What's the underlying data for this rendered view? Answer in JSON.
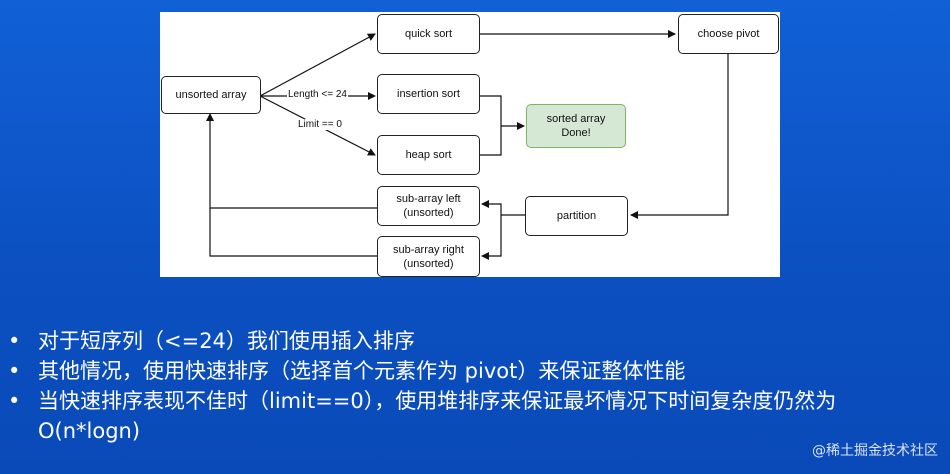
{
  "diagram": {
    "nodes": {
      "unsorted": "unsorted array",
      "quick": "quick sort",
      "choose": "choose pivot",
      "insertion": "insertion sort",
      "sorted": "sorted array\nDone!",
      "heap": "heap sort",
      "partition": "partition",
      "left": "sub-array left\n(unsorted)",
      "right": "sub-array right\n(unsorted)"
    },
    "edge_labels": {
      "length": "Length <= 24",
      "limit": "Limit == 0"
    },
    "colors": {
      "done_fill": "#d5e8d4",
      "done_border": "#82b366",
      "slide_background": "#0d55c8"
    }
  },
  "bullets": [
    "对于短序列（<=24）我们使用插入排序",
    "其他情况，使用快速排序（选择首个元素作为 pivot）来保证整体性能",
    "当快速排序表现不佳时（limit==0），使用堆排序来保证最坏情况下时间复杂度仍然为 O(n*logn)"
  ],
  "bullet_glyph": "•",
  "watermark": "@稀土掘金技术社区"
}
